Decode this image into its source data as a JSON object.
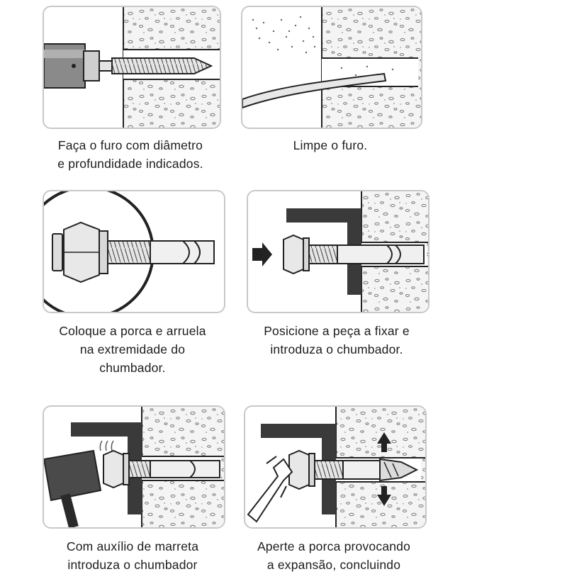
{
  "steps": [
    {
      "icon": "drill-icon",
      "lines": [
        "Faça o furo com diâmetro",
        "e profundidade indicados."
      ]
    },
    {
      "icon": "air-blower-icon",
      "lines": [
        "Limpe o furo."
      ]
    },
    {
      "icon": "nut-washer-icon",
      "lines": [
        "Coloque a porca e arruela",
        "na extremidade do",
        "chumbador."
      ]
    },
    {
      "icon": "insert-anchor-icon",
      "lines": [
        "Posicione a peça a fixar e",
        "introduza o chumbador."
      ]
    },
    {
      "icon": "hammer-icon",
      "lines": [
        "Com auxílio de marreta",
        "introduza o chumbador"
      ]
    },
    {
      "icon": "wrench-icon",
      "lines": [
        "Aperte a porca provocando",
        "a expansão, concluindo"
      ]
    }
  ]
}
